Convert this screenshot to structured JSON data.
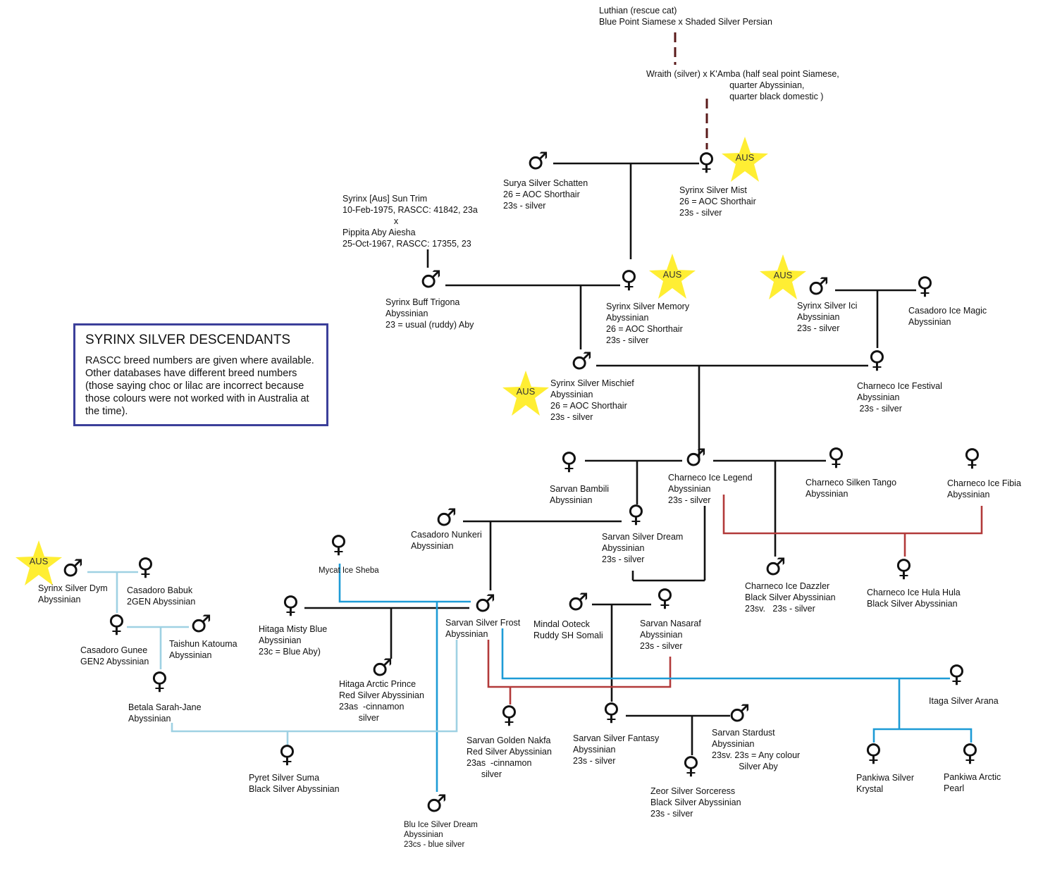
{
  "info_box": {
    "title": "SYRINX SILVER DESCENDANTS",
    "body": "RASCC breed numbers are given where available. Other databases have different breed numbers (those saying choc or lilac are incorrect because those colours were not worked with in Australia at the time)."
  },
  "badge_text": "AUS",
  "symbols": {
    "male": "♂",
    "female": "♀"
  },
  "colors": {
    "line": "#111111",
    "lineage_dashed": "#5a1a1a",
    "blue": "#1d9bd6",
    "light_blue": "#9fd1e3",
    "red": "#b23a3a",
    "star": "#ffee33",
    "box_border": "#3b3f9a"
  },
  "labels": {
    "luthian": "Luthian (rescue cat)\nBlue Point Siamese x Shaded Silver Persian",
    "wraith": "Wraith (silver) x K'Amba (half seal point Siamese,\n                                  quarter Abyssinian,\n                                  quarter black domestic )",
    "surya": "Surya Silver Schatten\n26 = AOC Shorthair\n23s - silver",
    "mist": "Syrinx Silver Mist\n26 = AOC Shorthair\n23s - silver",
    "suntrim": "Syrinx [Aus] Sun Trim\n10-Feb-1975, RASCC: 41842, 23a\n                     x\nPippita Aby Aiesha\n25-Oct-1967, RASCC: 17355, 23",
    "trigona": "Syrinx Buff Trigona\nAbyssinian\n23 = usual (ruddy) Aby",
    "memory": "Syrinx Silver Memory\nAbyssinian\n26 = AOC Shorthair\n23s - silver",
    "ici": "Syrinx Silver Ici\nAbyssinian\n23s - silver",
    "icemagic": "Casadoro Ice Magic\nAbyssinian",
    "mischief": "Syrinx Silver Mischief\nAbyssinian\n26 = AOC Shorthair\n23s - silver",
    "festival": "Charneco Ice Festival\nAbyssinian\n 23s - silver",
    "bambili": "Sarvan Bambili\nAbyssinian",
    "legend": "Charneco Ice Legend\nAbyssinian\n23s - silver",
    "tango": "Charneco Silken Tango\nAbyssinian",
    "fibia": "Charneco Ice Fibia\nAbyssinian",
    "nunkeri": "Casadoro Nunkeri\nAbyssinian",
    "dream": "Sarvan Silver Dream\nAbyssinian\n23s - silver",
    "dazzler": "Charneco Ice Dazzler\nBlack Silver Abyssinian\n23sv.   23s - silver",
    "hulahula": "Charneco Ice Hula Hula\nBlack Silver Abyssinian",
    "dym": "Syrinx Silver Dym\nAbyssinian",
    "babuk": "Casadoro Babuk\n2GEN Abyssinian",
    "sheba": "Mycat Ice Sheba",
    "mistyblue": "Hitaga Misty Blue\nAbyssinian\n23c = Blue Aby)",
    "frost": "Sarvan Silver Frost\nAbyssinian",
    "ooteck": "Mindal Ooteck\nRuddy SH Somali",
    "nasaraf": "Sarvan Nasaraf\nAbyssinian\n23s - silver",
    "gunee": "Casadoro Gunee\nGEN2 Abyssinian",
    "katouma": "Taishun Katouma\nAbyssinian",
    "arcticprince": "Hitaga Arctic Prince\nRed Silver Abyssinian\n23as  -cinnamon\n        silver",
    "arana": "Itaga Silver Arana",
    "sarahjane": "Betala Sarah-Jane\nAbyssinian",
    "nakfa": "Sarvan Golden Nakfa\nRed Silver Abyssinian\n23as  -cinnamon\n      silver",
    "fantasy": "Sarvan Silver Fantasy\nAbyssinian\n23s - silver",
    "stardust": "Sarvan Stardust\nAbyssinian\n23sv. 23s = Any colour\n           Silver Aby",
    "suma": "Pyret Silver Suma\nBlack Silver Abyssinian",
    "sorceress": "Zeor Silver Sorceress\nBlack Silver Abyssinian\n23s - silver",
    "krystal": "Pankiwa Silver\nKrystal",
    "arctic": "Pankiwa Arctic\nPearl",
    "bluicedream": "Blu Ice Silver Dream\nAbyssinian\n23cs - blue silver"
  }
}
